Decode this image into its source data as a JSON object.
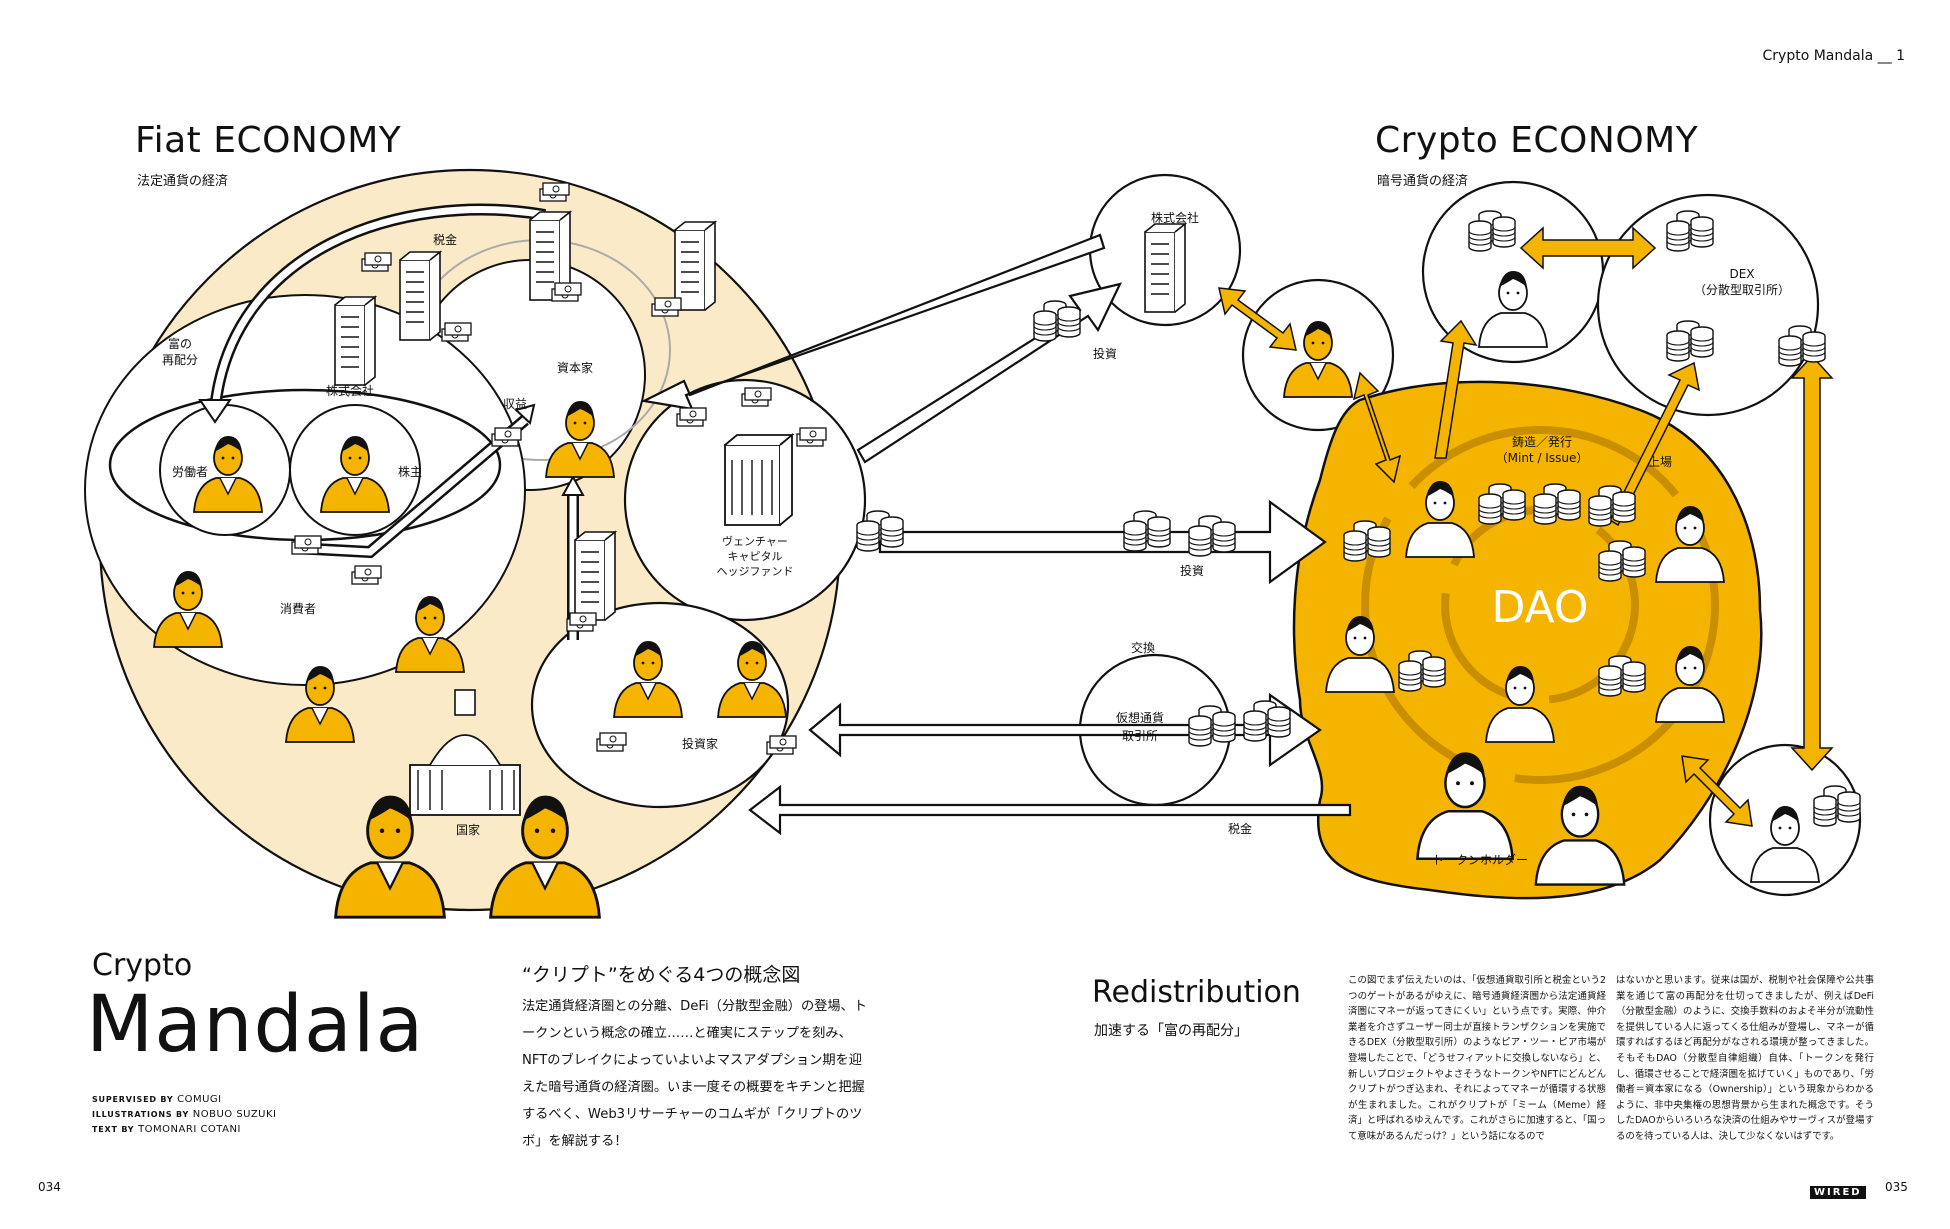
{
  "header": {
    "running_title": "Crypto Mandala __ 1"
  },
  "fiat": {
    "title": "Fiat ECONOMY",
    "subtitle": "法定通貨の経済"
  },
  "crypto": {
    "title": "Crypto ECONOMY",
    "subtitle": "暗号通貨の経済"
  },
  "labels": {
    "tax_top": "税金",
    "redistribution_1": "富の",
    "redistribution_2": "再配分",
    "company_left": "株式会社",
    "capitalist": "資本家",
    "profit": "収益",
    "worker": "労働者",
    "shareholder": "株主",
    "consumer": "消費者",
    "vc_1": "ヴェンチャー",
    "vc_2": "キャピタル",
    "vc_3": "ヘッジファンド",
    "investor": "投資家",
    "nation": "国家",
    "company_right": "株式会社",
    "invest_top": "投資",
    "invest_mid": "投資",
    "exchange": "交換",
    "exchange_site_1": "仮想通貨",
    "exchange_site_2": "取引所",
    "tax_bottom": "税金",
    "dex_1": "DEX",
    "dex_2": "（分散型取引所）",
    "mint_1": "鋳造／発行",
    "mint_2": "（Mint / Issue）",
    "listing": "上場",
    "dao": "DAO",
    "token_holder": "トークンホルダー"
  },
  "feature": {
    "crypto_word": "Crypto",
    "mandala_word": "Mandala",
    "credit_supervised_label": "SUPERVISED BY",
    "credit_supervised_name": "COMUGI",
    "credit_illus_label": "ILLUSTRATIONS BY",
    "credit_illus_name": "NOBUO SUZUKI",
    "credit_text_label": "TEXT BY",
    "credit_text_name": "TOMONARI COTANI",
    "concept_title": "“クリプト”をめぐる4つの概念図",
    "concept_body": "法定通貨経済圏との分離、DeFi（分散型金融）の登場、トークンという概念の確立……と確実にステップを刻み、NFTのブレイクによっていよいよマスアダプション期を迎えた暗号通貨の経済圏。いま一度その概要をキチンと把握するべく、Web3リサーチャーのコムギが「クリプトのツボ」を解説する！",
    "redistribution_title": "Redistribution",
    "redistribution_sub": "加速する「富の再配分」",
    "column_1": "この図でまず伝えたいのは、「仮想通貨取引所と税金という2つのゲートがあるがゆえに、暗号通貨経済圏から法定通貨経済圏にマネーが返ってきにくい」という点です。実際、仲介業者を介さずユーザー同士が直接トランザクションを実施できるDEX（分散型取引所）のようなピア・ツー・ピア市場が登場したことで、「どうせフィアットに交換しないなら」と、新しいプロジェクトやよさそうなトークンやNFTにどんどんクリプトがつぎ込まれ、それによってマネーが循環する状態が生まれました。これがクリプトが「ミーム（Meme）経済」と呼ばれるゆえんです。これがさらに加速すると、「国って意味があるんだっけ？」という話になるので",
    "column_2": "はないかと思います。従来は国が、税制や社会保障や公共事業を通じて富の再配分を仕切ってきましたが、例えばDeFi（分散型金融）のように、交換手数料のおよそ半分が流動性を提供している人に返ってくる仕組みが登場し、マネーが循環すればするほど再配分がなされる環境が整ってきました。そもそもDAO（分散型自律組織）自体、「トークンを発行し、循環させることで経済圏を拡げていく」ものであり、「労働者＝資本家になる（Ownership）」という現象からわかるように、非中央集権の思想背景から生まれた概念です。そうしたDAOからいろいろな決済の仕組みやサーヴィスが登場するのを待っている人は、決して少なくないはずです。"
  },
  "footer": {
    "page_left": "034",
    "page_right": "035",
    "logo": "WIRED"
  },
  "colors": {
    "accent": "#F5B400",
    "cream": "#FBEAC8",
    "ink": "#111111"
  }
}
